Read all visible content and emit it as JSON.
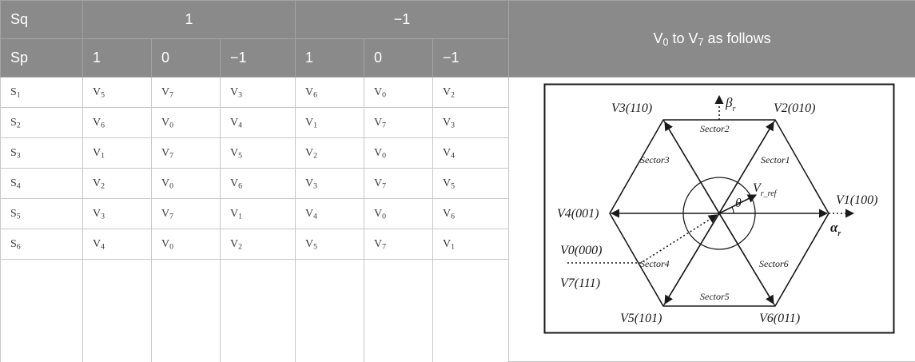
{
  "header": {
    "sq_label": "Sq",
    "sq_pos": "1",
    "sq_neg": "−1",
    "sp_label": "Sp",
    "sp_values": [
      "1",
      "0",
      "−1",
      "1",
      "0",
      "−1"
    ],
    "fig_title_pre": "V",
    "fig_title_sub0": "0",
    "fig_title_mid": " to V",
    "fig_title_sub7": "7",
    "fig_title_post": " as follows"
  },
  "rows": [
    {
      "s": "S",
      "s_sub": "1",
      "cells": [
        [
          "V",
          "5"
        ],
        [
          "V",
          "7"
        ],
        [
          "V",
          "3"
        ],
        [
          "V",
          "6"
        ],
        [
          "V",
          "0"
        ],
        [
          "V",
          "2"
        ]
      ]
    },
    {
      "s": "S",
      "s_sub": "2",
      "cells": [
        [
          "V",
          "6"
        ],
        [
          "V",
          "0"
        ],
        [
          "V",
          "4"
        ],
        [
          "V",
          "1"
        ],
        [
          "V",
          "7"
        ],
        [
          "V",
          "3"
        ]
      ]
    },
    {
      "s": "S",
      "s_sub": "3",
      "cells": [
        [
          "V",
          "1"
        ],
        [
          "V",
          "7"
        ],
        [
          "V",
          "5"
        ],
        [
          "V",
          "2"
        ],
        [
          "V",
          "0"
        ],
        [
          "V",
          "4"
        ]
      ]
    },
    {
      "s": "S",
      "s_sub": "4",
      "cells": [
        [
          "V",
          "2"
        ],
        [
          "V",
          "0"
        ],
        [
          "V",
          "6"
        ],
        [
          "V",
          "3"
        ],
        [
          "V",
          "7"
        ],
        [
          "V",
          "5"
        ]
      ]
    },
    {
      "s": "S",
      "s_sub": "5",
      "cells": [
        [
          "V",
          "3"
        ],
        [
          "V",
          "7"
        ],
        [
          "V",
          "1"
        ],
        [
          "V",
          "4"
        ],
        [
          "V",
          "0"
        ],
        [
          "V",
          "6"
        ]
      ]
    },
    {
      "s": "S",
      "s_sub": "6",
      "cells": [
        [
          "V",
          "4"
        ],
        [
          "V",
          "0"
        ],
        [
          "V",
          "2"
        ],
        [
          "V",
          "5"
        ],
        [
          "V",
          "7"
        ],
        [
          "V",
          "1"
        ]
      ]
    }
  ],
  "diagram": {
    "v1": "V1(100)",
    "v2": "V2(010)",
    "v3": "V3(110)",
    "v4": "V4(001)",
    "v5": "V5(101)",
    "v6": "V6(011)",
    "v0": "V0(000)",
    "v7": "V7(111)",
    "sector1": "Sector1",
    "sector2": "Sector2",
    "sector3": "Sector3",
    "sector4": "Sector4",
    "sector5": "Sector5",
    "sector6": "Sector6",
    "vref_main": "V",
    "vref_sub": "r_ref",
    "theta": "θ",
    "alpha_main": "α",
    "alpha_sub": "r",
    "beta_main": "β",
    "beta_sub": "r"
  }
}
